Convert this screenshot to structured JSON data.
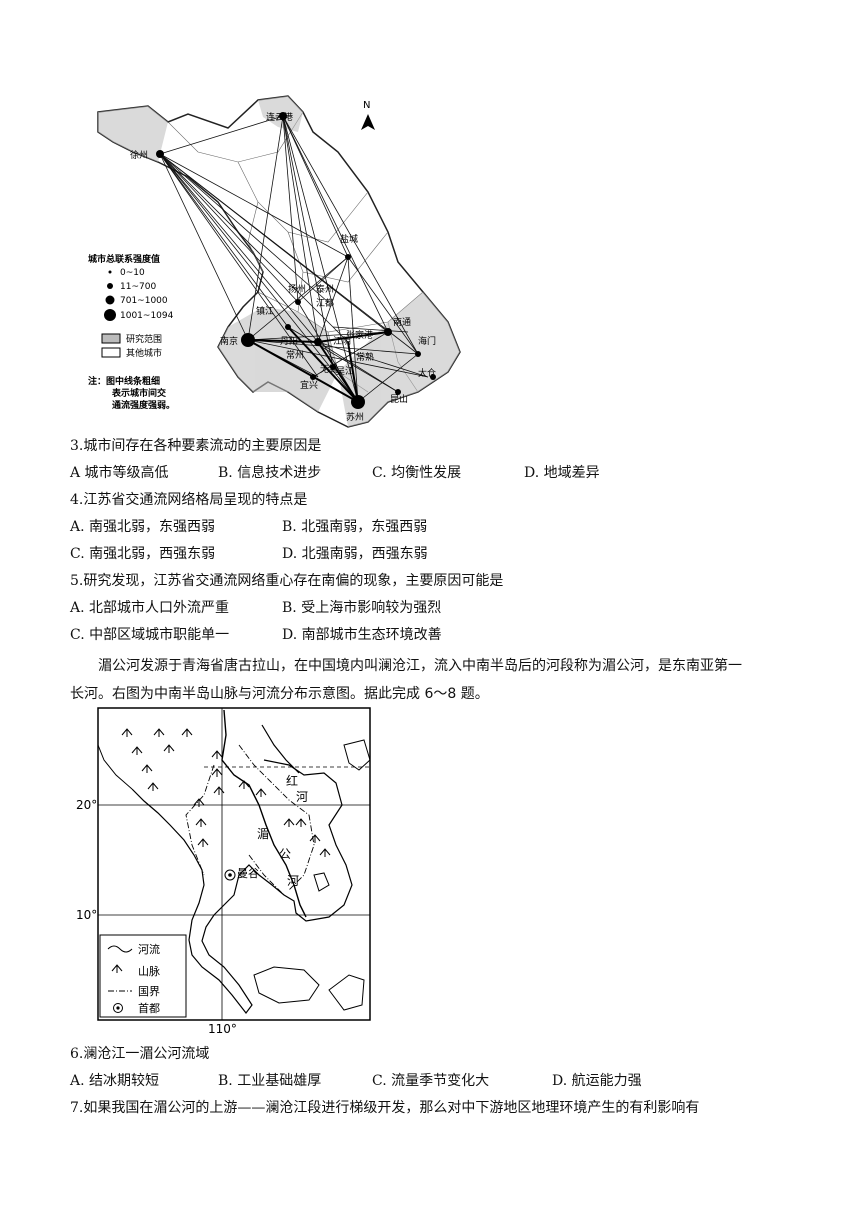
{
  "map1": {
    "north": "N",
    "cities": {
      "lianyungang": "连云港",
      "xuzhou": "徐州",
      "yancheng": "盐城",
      "yangzhou": "扬州",
      "taizhou": "泰州",
      "zhenjiang": "镇江",
      "nanjing": "南京",
      "changzhou": "常州",
      "wuxi": "无锡",
      "nantong": "南通",
      "haimen": "海门",
      "yixing": "宜兴",
      "taicang": "太仓",
      "suzhou": "苏州",
      "kunshan": "昆山",
      "jiangyin": "江阴",
      "zhangjiagang": "张家港",
      "changshu": "常熟",
      "danyang": "丹阳",
      "jiangdu": "江都",
      "wujiang": "吴江"
    },
    "legend": {
      "title": "城市总联系强度值",
      "items": [
        "0~10",
        "11~700",
        "701~1000",
        "1001~1094"
      ],
      "research": "研究范围",
      "other": "其他城市"
    },
    "note": [
      "注：图中线条粗细",
      "表示城市间交",
      "通流强度强弱。"
    ]
  },
  "q3": {
    "stem": "3.城市间存在各种要素流动的主要原因是",
    "options": [
      "A 城市等级高低",
      "B. 信息技术进步",
      "C. 均衡性发展",
      "D. 地域差异"
    ]
  },
  "q4": {
    "stem": "4.江苏省交通流网络格局呈现的特点是",
    "options": [
      "A. 南强北弱，东强西弱",
      "B. 北强南弱，东强西弱",
      "C. 南强北弱，西强东弱",
      "D. 北强南弱，西强东弱"
    ]
  },
  "q5": {
    "stem": "5.研究发现，江苏省交通流网络重心存在南偏的现象，主要原因可能是",
    "options": [
      "A. 北部城市人口外流严重",
      "B. 受上海市影响较为强烈",
      "C. 中部区域城市职能单一",
      "D. 南部城市生态环境改善"
    ]
  },
  "passage": {
    "line1": "湄公河发源于青海省唐古拉山，在中国境内叫澜沧江，流入中南半岛后的河段称为湄公河，是东南亚第一",
    "line2": "长河。右图为中南半岛山脉与河流分布示意图。据此完成 6～8 题。"
  },
  "map2": {
    "lat20": "20°",
    "lat10": "10°",
    "lon110": "110°",
    "river_chars": [
      "红",
      "河",
      "湄",
      "公",
      "河"
    ],
    "capital": "曼谷",
    "legend": [
      "河流",
      "山脉",
      "国界",
      "首都"
    ]
  },
  "q6": {
    "stem": "6.澜沧江一湄公河流域",
    "options": [
      "A. 结冰期较短",
      "B. 工业基础雄厚",
      "C. 流量季节变化大",
      "D. 航运能力强"
    ]
  },
  "q7": {
    "stem": "7.如果我国在湄公河的上游——澜沧江段进行梯级开发，那么对中下游地区地理环境产生的有利影响有"
  }
}
